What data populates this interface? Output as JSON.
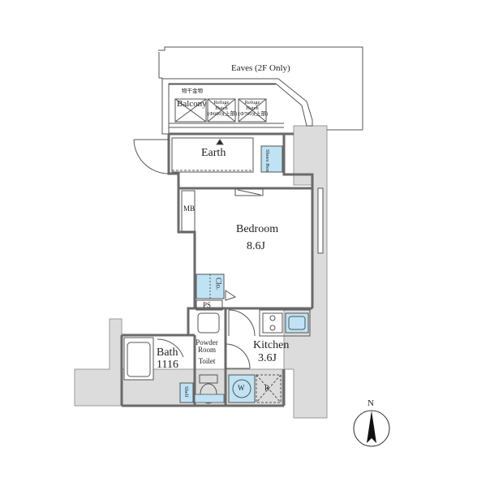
{
  "rooms": {
    "eaves": "Eaves (2F Only)",
    "drying_hardware": "物干金物",
    "balcony": "Balcony",
    "refuge_hatch_1": [
      "Refuge",
      "Hatch",
      "(Φ600)(上部)"
    ],
    "refuge_hatch_2": [
      "Refuge",
      "Hatch",
      "(Φ700)(上部)"
    ],
    "earth": "Earth",
    "shoes_box": [
      "Shoes",
      "Box"
    ],
    "mb": "MB",
    "bedroom": "Bedroom",
    "bedroom_size": "8.6J",
    "closet": "Clo.",
    "ps": "PS",
    "bath": "Bath",
    "bath_size": "1116",
    "powder_room": [
      "Powder",
      "Room",
      "Toilet"
    ],
    "kitchen": "Kitchen",
    "kitchen_size": "3.6J",
    "shelf": "Shelf",
    "washer": "W",
    "fridge": "R"
  },
  "compass": {
    "label": "N"
  },
  "colors": {
    "wall": "#8c8c8c",
    "wall_fill": "#dcdcdc",
    "outside_fill": "#e2e2e2",
    "storage_blue": "#bfe3f4",
    "line": "#444444"
  }
}
